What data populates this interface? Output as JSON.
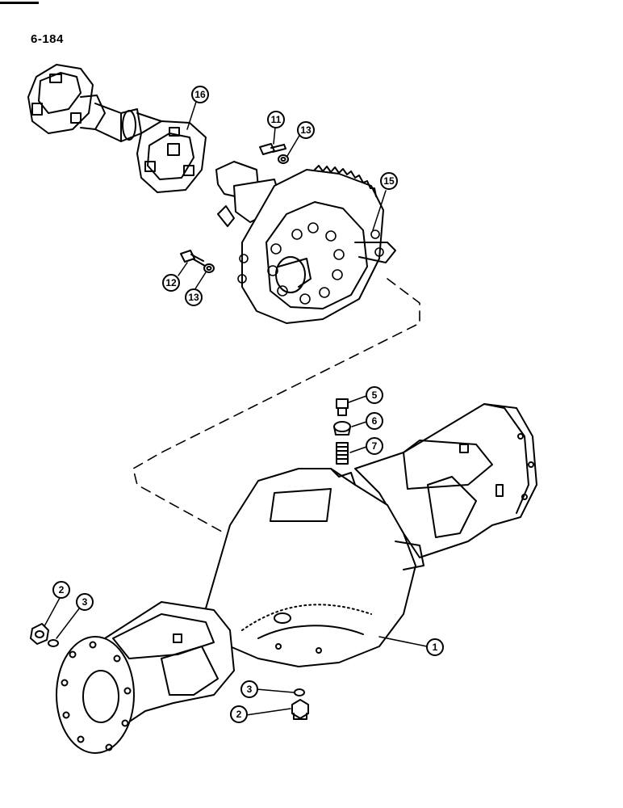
{
  "page": {
    "number": "6-184"
  },
  "callouts": [
    {
      "id": "1",
      "label": "1"
    },
    {
      "id": "2a",
      "label": "2"
    },
    {
      "id": "2b",
      "label": "2"
    },
    {
      "id": "3a",
      "label": "3"
    },
    {
      "id": "3b",
      "label": "3"
    },
    {
      "id": "5",
      "label": "5"
    },
    {
      "id": "6",
      "label": "6"
    },
    {
      "id": "7",
      "label": "7"
    },
    {
      "id": "11",
      "label": "11"
    },
    {
      "id": "12",
      "label": "12"
    },
    {
      "id": "13a",
      "label": "13"
    },
    {
      "id": "13b",
      "label": "13"
    },
    {
      "id": "15",
      "label": "15"
    },
    {
      "id": "16",
      "label": "16"
    }
  ]
}
